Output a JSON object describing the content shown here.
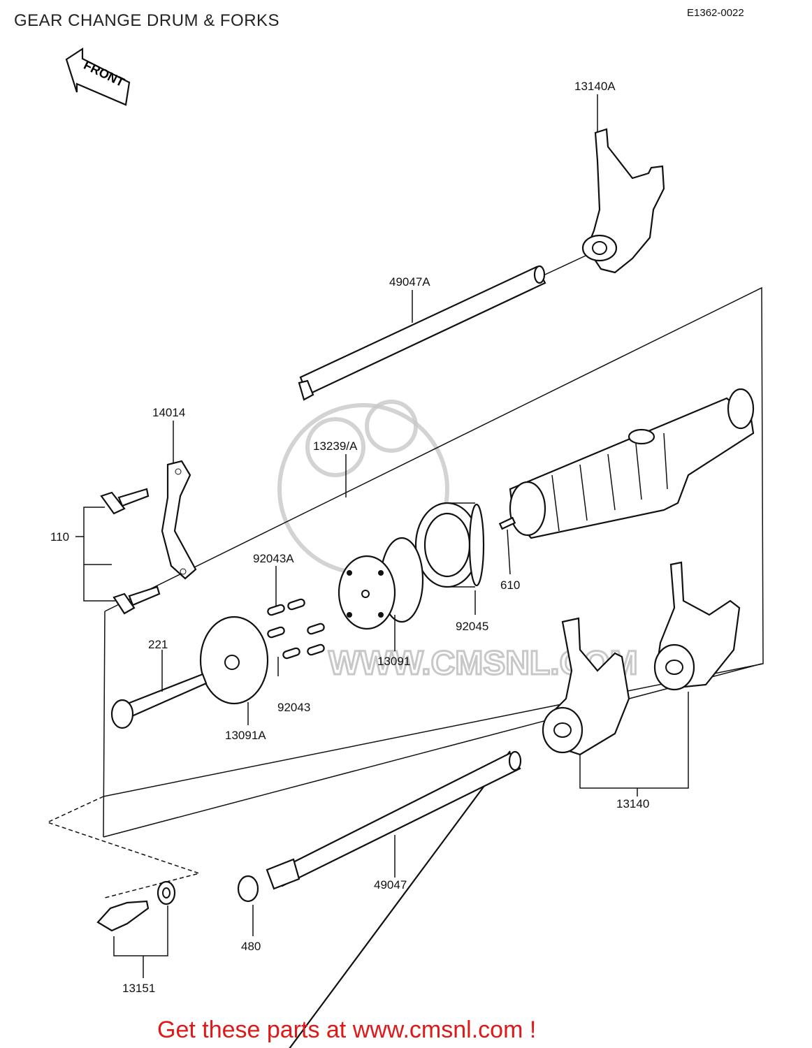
{
  "header": {
    "title": "GEAR CHANGE DRUM & FORKS",
    "code": "E1362-0022"
  },
  "arrow": {
    "label": "FRONT"
  },
  "parts": [
    {
      "id": "13140A"
    },
    {
      "id": "49047A"
    },
    {
      "id": "14014"
    },
    {
      "id": "13239/A"
    },
    {
      "id": "110"
    },
    {
      "id": "92043A"
    },
    {
      "id": "610"
    },
    {
      "id": "92045"
    },
    {
      "id": "221"
    },
    {
      "id": "13091"
    },
    {
      "id": "92043"
    },
    {
      "id": "13091A"
    },
    {
      "id": "13140"
    },
    {
      "id": "49047"
    },
    {
      "id": "480"
    },
    {
      "id": "13151"
    }
  ],
  "watermark": "WWW.CMSNL.COM",
  "footer": {
    "text": "Get these parts at www.cmsnl.com !"
  }
}
